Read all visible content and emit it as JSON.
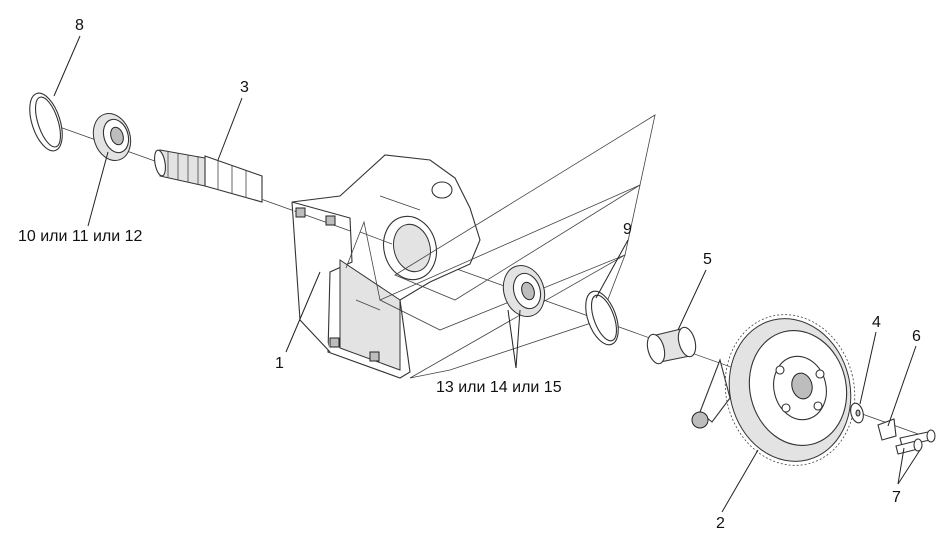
{
  "callouts": {
    "c1": "1",
    "c2": "2",
    "c3": "3",
    "c4": "4",
    "c5": "5",
    "c6": "6",
    "c7": "7",
    "c8": "8",
    "c9": "9",
    "c10": "10 или 11 или 12",
    "c13": "13 или 14 или 15"
  }
}
